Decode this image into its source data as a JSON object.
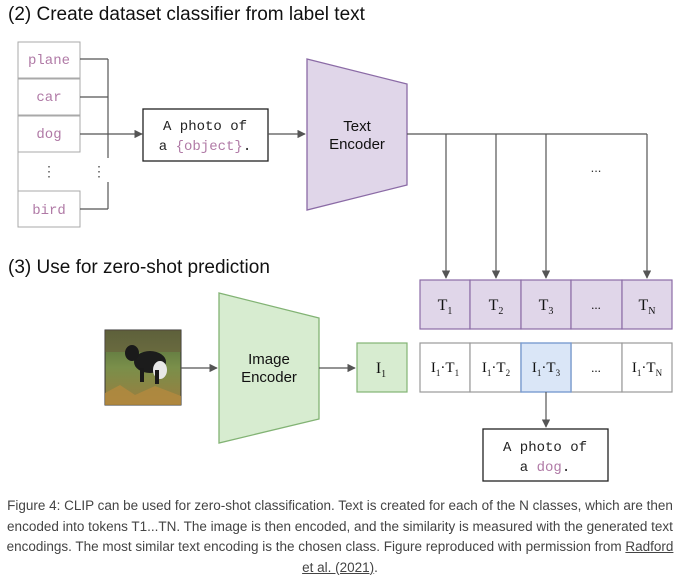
{
  "section2": {
    "title": "(2) Create dataset classifier from label text",
    "labels": [
      "plane",
      "car",
      "dog",
      "bird"
    ],
    "ellipsis": "⋮",
    "template_line1": "A photo of",
    "template_line2_prefix": "a ",
    "template_placeholder": "{object}",
    "template_line2_suffix": ".",
    "text_encoder_line1": "Text",
    "text_encoder_line2": "Encoder",
    "hdots": "..."
  },
  "section3": {
    "title": "(3) Use for zero-shot prediction",
    "image_encoder_line1": "Image",
    "image_encoder_line2": "Encoder",
    "image_embedding": {
      "base": "I",
      "sub": "1"
    },
    "text_tokens": [
      {
        "base": "T",
        "sub": "1"
      },
      {
        "base": "T",
        "sub": "2"
      },
      {
        "base": "T",
        "sub": "3"
      },
      {
        "base": "...",
        "sub": ""
      },
      {
        "base": "T",
        "sub": "N"
      }
    ],
    "products": [
      {
        "a": "I",
        "as": "1",
        "b": "T",
        "bs": "1"
      },
      {
        "a": "I",
        "as": "1",
        "b": "T",
        "bs": "2"
      },
      {
        "a": "I",
        "as": "1",
        "b": "T",
        "bs": "3",
        "highlight": true
      },
      {
        "text": "..."
      },
      {
        "a": "I",
        "as": "1",
        "b": "T",
        "bs": "N"
      }
    ],
    "result_line1": "A photo of",
    "result_line2_prefix": "a ",
    "result_word": "dog",
    "result_line2_suffix": "."
  },
  "colors": {
    "label_text": "#b07aa6",
    "label_border": "#a9a9a9",
    "text_encoder_fill": "#e0d6e9",
    "text_encoder_stroke": "#8b6ba6",
    "image_encoder_fill": "#d7ecd0",
    "image_encoder_stroke": "#82b374",
    "highlight_fill": "#dae6f7",
    "highlight_stroke": "#7a9cd0",
    "line": "#555555"
  },
  "caption": {
    "text": "Figure 4: CLIP can be used for zero-shot classification. Text is created for each of the N classes, which are then encoded into tokens T1...TN. The image is then encoded, and the similarity is measured with the generated text encodings. The most similar text encoding is the chosen class. Figure reproduced with permission from",
    "link_text": "Radford et al. (2021)",
    "suffix": "."
  }
}
